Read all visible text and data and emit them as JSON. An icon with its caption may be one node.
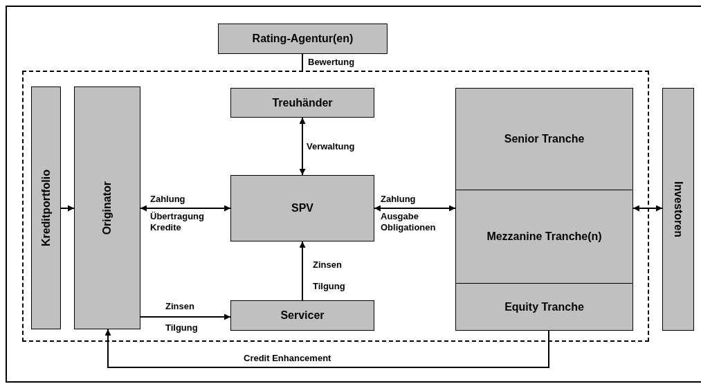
{
  "diagram": {
    "nodes": [
      {
        "text": [
          "Rating-Agentur(en)"
        ]
      },
      {
        "text": [],
        "shape": "box"
      },
      {
        "text": [
          "Kreditportfolio"
        ],
        "in": 1
      },
      {
        "text": [
          "Originator"
        ],
        "in": 1
      },
      {
        "text": [
          "Treuhänder"
        ],
        "in": 1
      },
      {
        "text": [
          "SPV"
        ],
        "in": 1
      },
      {
        "text": [
          "Servicer"
        ],
        "in": 1
      },
      {
        "text": [
          "Senior Tranche"
        ],
        "in": 1
      },
      {
        "text": [
          "Mezzanine Tranche(n)"
        ],
        "in": 1
      },
      {
        "text": [
          "Equity Tranche"
        ],
        "in": 1
      },
      {
        "text": [
          "Investoren"
        ]
      }
    ],
    "edges": [
      {
        "from": 0,
        "to": 1,
        "arrow": "none",
        "label": "Bewertung"
      },
      {
        "from": 2,
        "to": 3,
        "arrow": "to"
      },
      {
        "from": 3,
        "to": 5,
        "arrow": "both",
        "label": "Zahlung"
      },
      {
        "from": 4,
        "to": 5,
        "arrow": "both",
        "label": "Verwaltung"
      },
      {
        "from": 5,
        "to": 8,
        "arrow": "both",
        "label": "Zahlung"
      },
      {
        "from": 6,
        "to": 5,
        "arrow": "to",
        "label": "Zinsen"
      },
      {
        "from": 3,
        "to": 6,
        "arrow": "to",
        "label": "Zinsen"
      },
      {
        "from": 8,
        "to": 10,
        "arrow": "both"
      },
      {
        "from": 9,
        "to": 3,
        "arrow": "to",
        "label": "Credit Enhancement"
      }
    ],
    "labels": [
      "Übertragung Kredite",
      "Ausgabe Obligationen",
      "Tilgung",
      "Tilgung"
    ]
  }
}
